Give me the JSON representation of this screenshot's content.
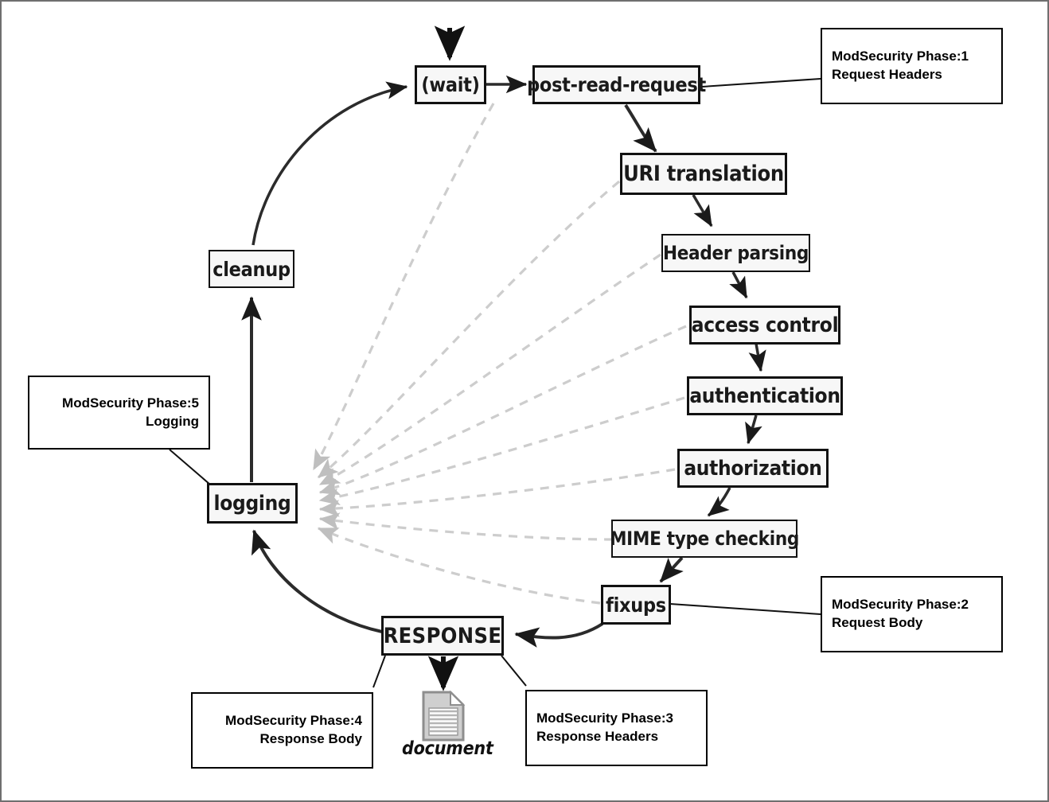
{
  "diagram": {
    "title": "Apache request processing phases with ModSecurity phases",
    "background": "#ffffff",
    "box_fill": "#f7f7f7",
    "box_stroke": "#111111",
    "solid_arrow_color": "#1a1a1a",
    "dashed_arrow_color": "#c9c9c9",
    "note_stroke": "#000000"
  },
  "nodes": {
    "wait": "(wait)",
    "post_read_request": "post-read-request",
    "uri_translation": "URI translation",
    "header_parsing": "Header parsing",
    "access_control": "access control",
    "authentication": "authentication",
    "authorization": "authorization",
    "mime_type_checking": "MIME type checking",
    "fixups": "fixups",
    "response": "RESPONSE",
    "logging": "logging",
    "cleanup": "cleanup"
  },
  "document": {
    "label": "document",
    "icon": "document-page-icon"
  },
  "notes": {
    "phase1": {
      "line1": "ModSecurity Phase:1",
      "line2": "Request Headers",
      "align": "left"
    },
    "phase2": {
      "line1": "ModSecurity Phase:2",
      "line2": "Request Body",
      "align": "left"
    },
    "phase3": {
      "line1": "ModSecurity Phase:3",
      "line2": "Response Headers",
      "align": "left"
    },
    "phase4": {
      "line1": "ModSecurity Phase:4",
      "line2": "Response Body",
      "align": "right"
    },
    "phase5": {
      "line1": "ModSecurity Phase:5",
      "line2": "Logging",
      "align": "right"
    }
  }
}
